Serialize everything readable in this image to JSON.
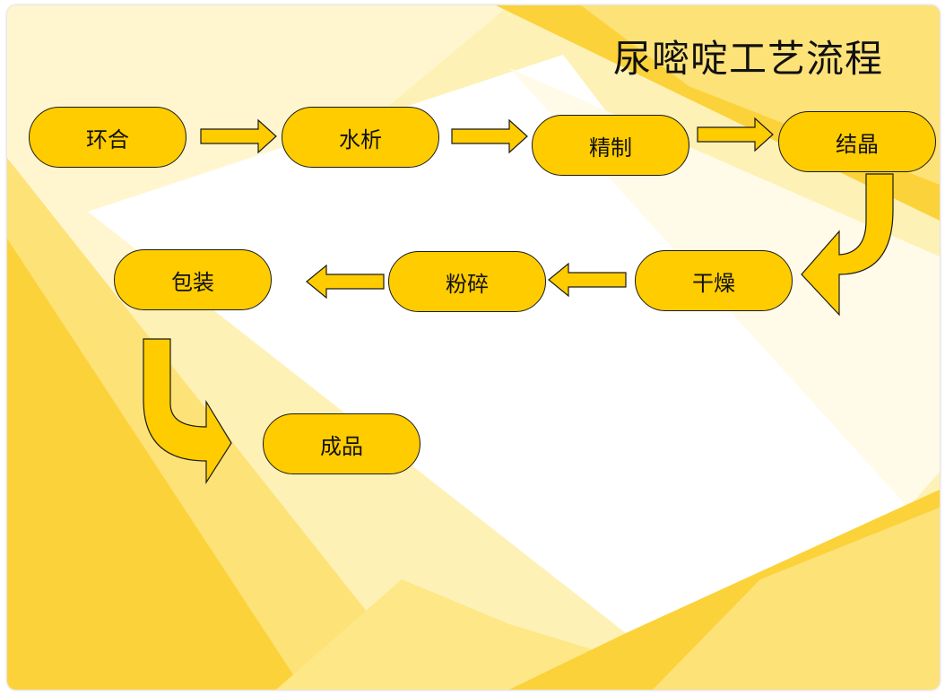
{
  "title": "尿嘧啶工艺流程",
  "colors": {
    "node_fill": "#ffcc00",
    "node_border": "#1a1a1a",
    "arrow_fill": "#ffcc00",
    "background_light": "#fdf0b0",
    "background_yellow": "#fcd23a"
  },
  "steps": [
    {
      "label": "环合"
    },
    {
      "label": "水析"
    },
    {
      "label": "精制"
    },
    {
      "label": "结晶"
    },
    {
      "label": "干燥"
    },
    {
      "label": "粉碎"
    },
    {
      "label": "包装"
    },
    {
      "label": "成品"
    }
  ]
}
